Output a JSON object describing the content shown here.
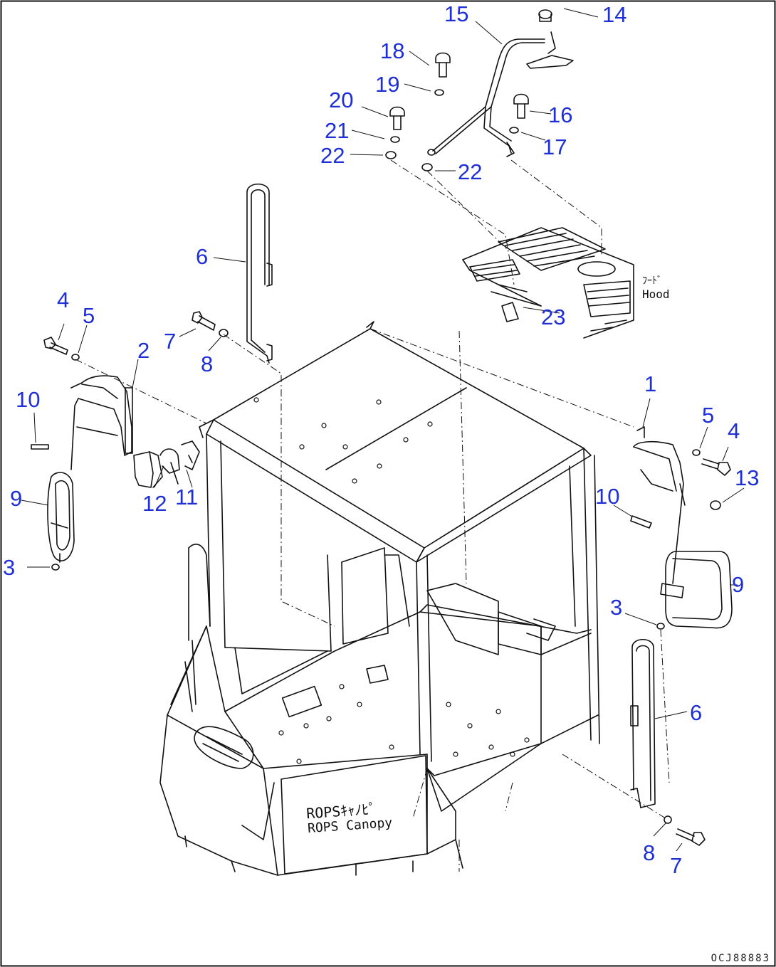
{
  "colors": {
    "callout": "#1f2fd6",
    "line": "#111111",
    "background": "#ffffff"
  },
  "drawing_labels": {
    "door_text_jp": "ROPSｷｬﾉﾋﾟ",
    "door_text_en": "ROPS Canopy",
    "hood_text_1": "ﾌｰﾄﾞ",
    "hood_text_2": "Hood"
  },
  "callouts": [
    {
      "id": "c15",
      "text": "15"
    },
    {
      "id": "c14",
      "text": "14"
    },
    {
      "id": "c18",
      "text": "18"
    },
    {
      "id": "c19",
      "text": "19"
    },
    {
      "id": "c20",
      "text": "20"
    },
    {
      "id": "c16",
      "text": "16"
    },
    {
      "id": "c21",
      "text": "21"
    },
    {
      "id": "c17",
      "text": "17"
    },
    {
      "id": "c22a",
      "text": "22"
    },
    {
      "id": "c22b",
      "text": "22"
    },
    {
      "id": "c6a",
      "text": "6"
    },
    {
      "id": "c23",
      "text": "23"
    },
    {
      "id": "c4a",
      "text": "4"
    },
    {
      "id": "c5a",
      "text": "5"
    },
    {
      "id": "c7a",
      "text": "7"
    },
    {
      "id": "c2",
      "text": "2"
    },
    {
      "id": "c8a",
      "text": "8"
    },
    {
      "id": "c10a",
      "text": "10"
    },
    {
      "id": "c1",
      "text": "1"
    },
    {
      "id": "c5b",
      "text": "5"
    },
    {
      "id": "c4b",
      "text": "4"
    },
    {
      "id": "c13",
      "text": "13"
    },
    {
      "id": "c9a",
      "text": "9"
    },
    {
      "id": "c12",
      "text": "12"
    },
    {
      "id": "c11",
      "text": "11"
    },
    {
      "id": "c10b",
      "text": "10"
    },
    {
      "id": "c3a",
      "text": "3"
    },
    {
      "id": "c9b",
      "text": "9"
    },
    {
      "id": "c3b",
      "text": "3"
    },
    {
      "id": "c6b",
      "text": "6"
    },
    {
      "id": "c8b",
      "text": "8"
    },
    {
      "id": "c7b",
      "text": "7"
    }
  ],
  "footer_code": "OCJ88883"
}
